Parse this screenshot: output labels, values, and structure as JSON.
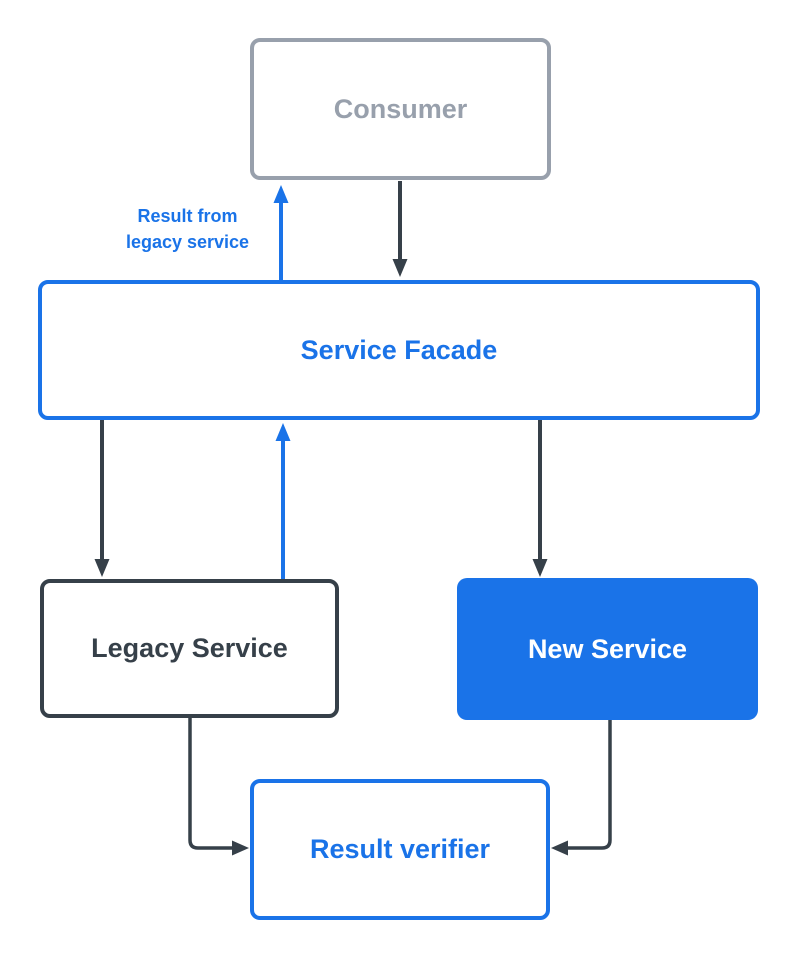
{
  "colors": {
    "blue": "#1a73e8",
    "dark": "#364049",
    "gray": "#98a0ac",
    "white": "#ffffff"
  },
  "nodes": {
    "consumer": {
      "label": "Consumer"
    },
    "service_facade": {
      "label": "Service Facade"
    },
    "legacy_service": {
      "label": "Legacy Service"
    },
    "new_service": {
      "label": "New Service"
    },
    "result_verifier": {
      "label": "Result verifier"
    }
  },
  "edge_label": {
    "line1": "Result from",
    "line2": "legacy service"
  },
  "edges": [
    {
      "from": "Consumer",
      "to": "Service Facade",
      "style": "dark",
      "label": ""
    },
    {
      "from": "Service Facade",
      "to": "Consumer",
      "style": "blue",
      "label": "Result from legacy service"
    },
    {
      "from": "Service Facade",
      "to": "Legacy Service",
      "style": "dark",
      "label": ""
    },
    {
      "from": "Legacy Service",
      "to": "Service Facade",
      "style": "blue",
      "label": ""
    },
    {
      "from": "Service Facade",
      "to": "New Service",
      "style": "dark",
      "label": ""
    },
    {
      "from": "Legacy Service",
      "to": "Result verifier",
      "style": "dark",
      "label": ""
    },
    {
      "from": "New Service",
      "to": "Result verifier",
      "style": "dark",
      "label": ""
    }
  ]
}
